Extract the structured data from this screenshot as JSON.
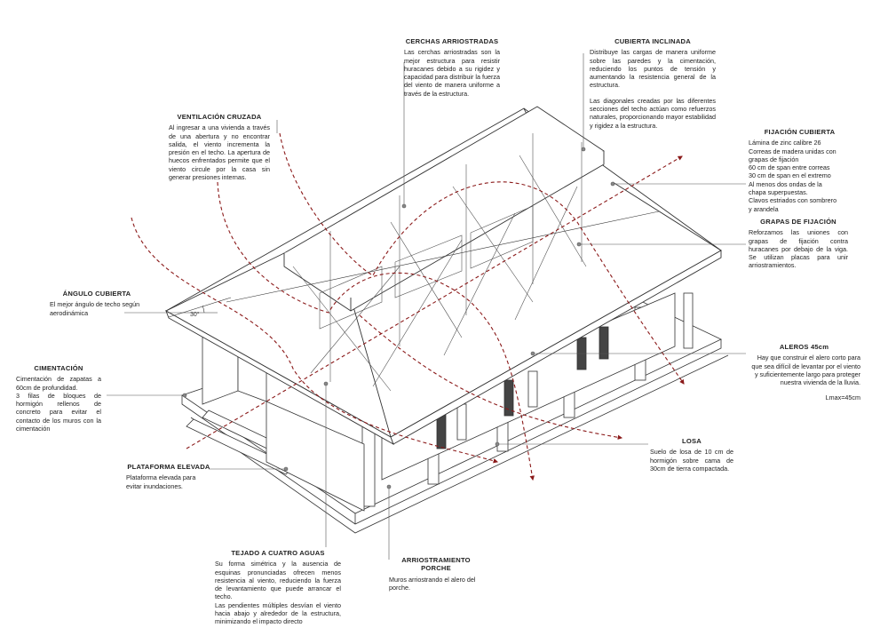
{
  "annotations": {
    "cerchas": {
      "title": "CERCHAS ARRIOSTRADAS",
      "text": "Las cerchas arriostradas son la mejor estructura para resistir huracanes debido a su rigidez y capacidad para distribuir la fuerza del viento de manera uniforme a través de la estructura."
    },
    "cubierta_inclinada": {
      "title": "CUBIERTA INCLINADA",
      "text": "Distribuye las cargas de manera uniforme sobre las paredes y la cimentación, reduciendo los puntos de tensión y aumentando la resistencia general de la estructura.",
      "text2": "Las diagonales creadas por las diferentes secciones del techo actúan como refuerzos naturales, proporcionando mayor estabilidad y rigidez a la estructura."
    },
    "ventilacion": {
      "title": "VENTILACIÓN CRUZADA",
      "text": "Al ingresar a una vivienda a través de una abertura y no encontrar salida, el viento incrementa la presión en el techo. La apertura de huecos enfrentados permite que el viento circule por la casa sin generar presiones internas."
    },
    "fijacion": {
      "title": "FIJACIÓN CUBIERTA",
      "lines": [
        "Lámina de zinc calibre 26",
        "Correas de madera unidas con",
        "grapas de fijación",
        "60 cm de span entre correas",
        "30 cm de span en el extremo",
        "Al menos dos ondas de la",
        "chapa superpuestas.",
        "Clavos estriados con sombrero",
        "y arandela"
      ]
    },
    "grapas": {
      "title": "GRAPAS DE FIJACIÓN",
      "text": "Reforzamos las uniones con grapas de fijación contra huracanes por debajo de la viga. Se utilizan placas para unir arriostramientos."
    },
    "angulo": {
      "title": "ÁNGULO CUBIERTA",
      "text": "El mejor ángulo de techo según aerodinámica",
      "angle_label": "30°"
    },
    "aleros": {
      "title": "ALEROS 45cm",
      "text": "Hay que construir el alero corto para que sea difícil de levantar por el viento y suficientemente largo para proteger nuestra vivienda de la lluvia.",
      "lmax": "Lmax=45cm"
    },
    "cimentacion": {
      "title": "CIMENTACIÓN",
      "text": "Cimentación de zapatas a 60cm de profundidad.",
      "text2": "3 filas de bloques de hormigón rellenos de concreto para evitar el contacto de los muros con la cimentación"
    },
    "losa": {
      "title": "LOSA",
      "text": "Suelo de losa de 10 cm de hormigón sobre cama de 30cm de tierra compactada."
    },
    "plataforma": {
      "title": "PLATAFORMA ELEVADA",
      "text": "Plataforma elevada para evitar inundaciones."
    },
    "tejado": {
      "title": "TEJADO A CUATRO AGUAS",
      "text": "Su forma simétrica y la ausencia de esquinas pronunciadas ofrecen menos resistencia al viento, reduciendo la fuerza de levantamiento que puede arrancar el techo.",
      "text2": "Las pendientes múltiples desvían el viento hacia abajo y alrededor de la estructura, minimizando el impacto directo"
    },
    "porche": {
      "title": "ARRIOSTRAMIENTO PORCHE",
      "text": "Muros arriostrando el alero del porche."
    }
  },
  "colors": {
    "wind_arrow": "#8b1a1a",
    "leader": "#555555",
    "drawing": "#333333"
  }
}
